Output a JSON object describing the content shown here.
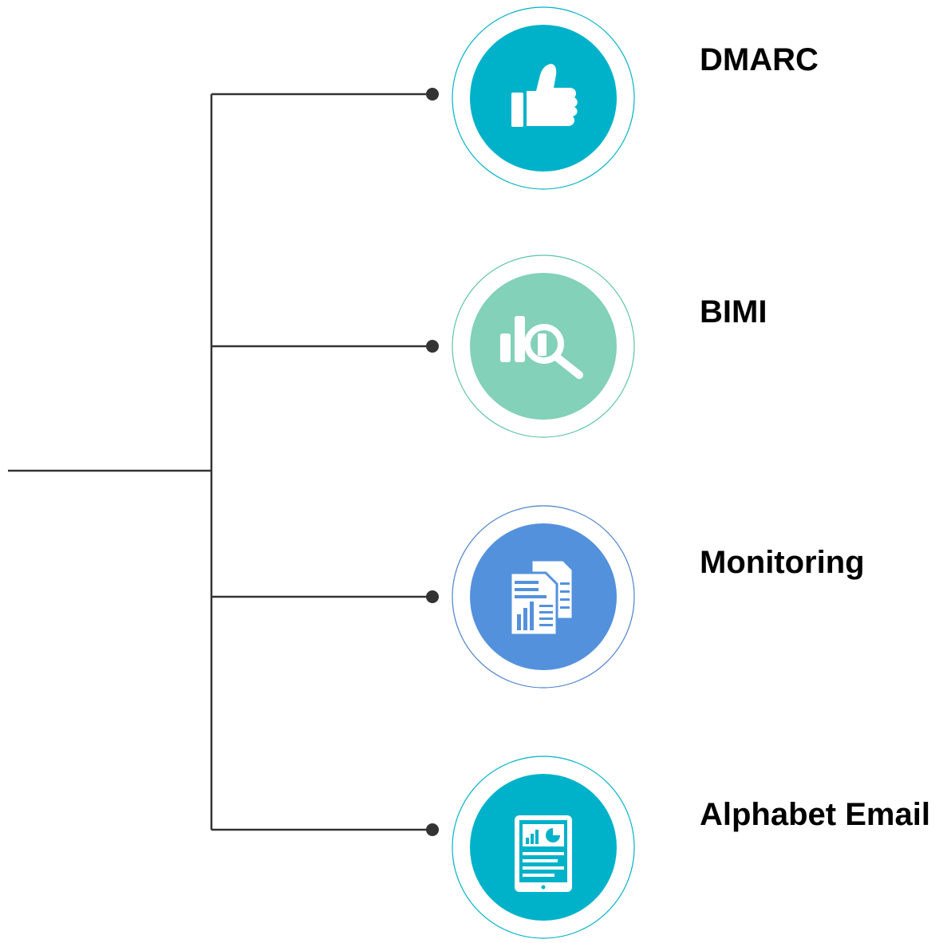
{
  "items": [
    {
      "label": "DMARC",
      "icon": "thumbs-up-icon",
      "color": "#00B2C9",
      "ring_color": "#00B2C9"
    },
    {
      "label": "BIMI",
      "icon": "chart-magnifier-icon",
      "color": "#82D1B8",
      "ring_color": "#5CC4A4"
    },
    {
      "label": "Monitoring",
      "icon": "documents-report-icon",
      "color": "#5491DC",
      "ring_color": "#4A82CC"
    },
    {
      "label": "Alphabet Email",
      "icon": "tablet-dashboard-icon",
      "color": "#00B2C9",
      "ring_color": "#00B2C9"
    }
  ],
  "connector_color": "#333333"
}
